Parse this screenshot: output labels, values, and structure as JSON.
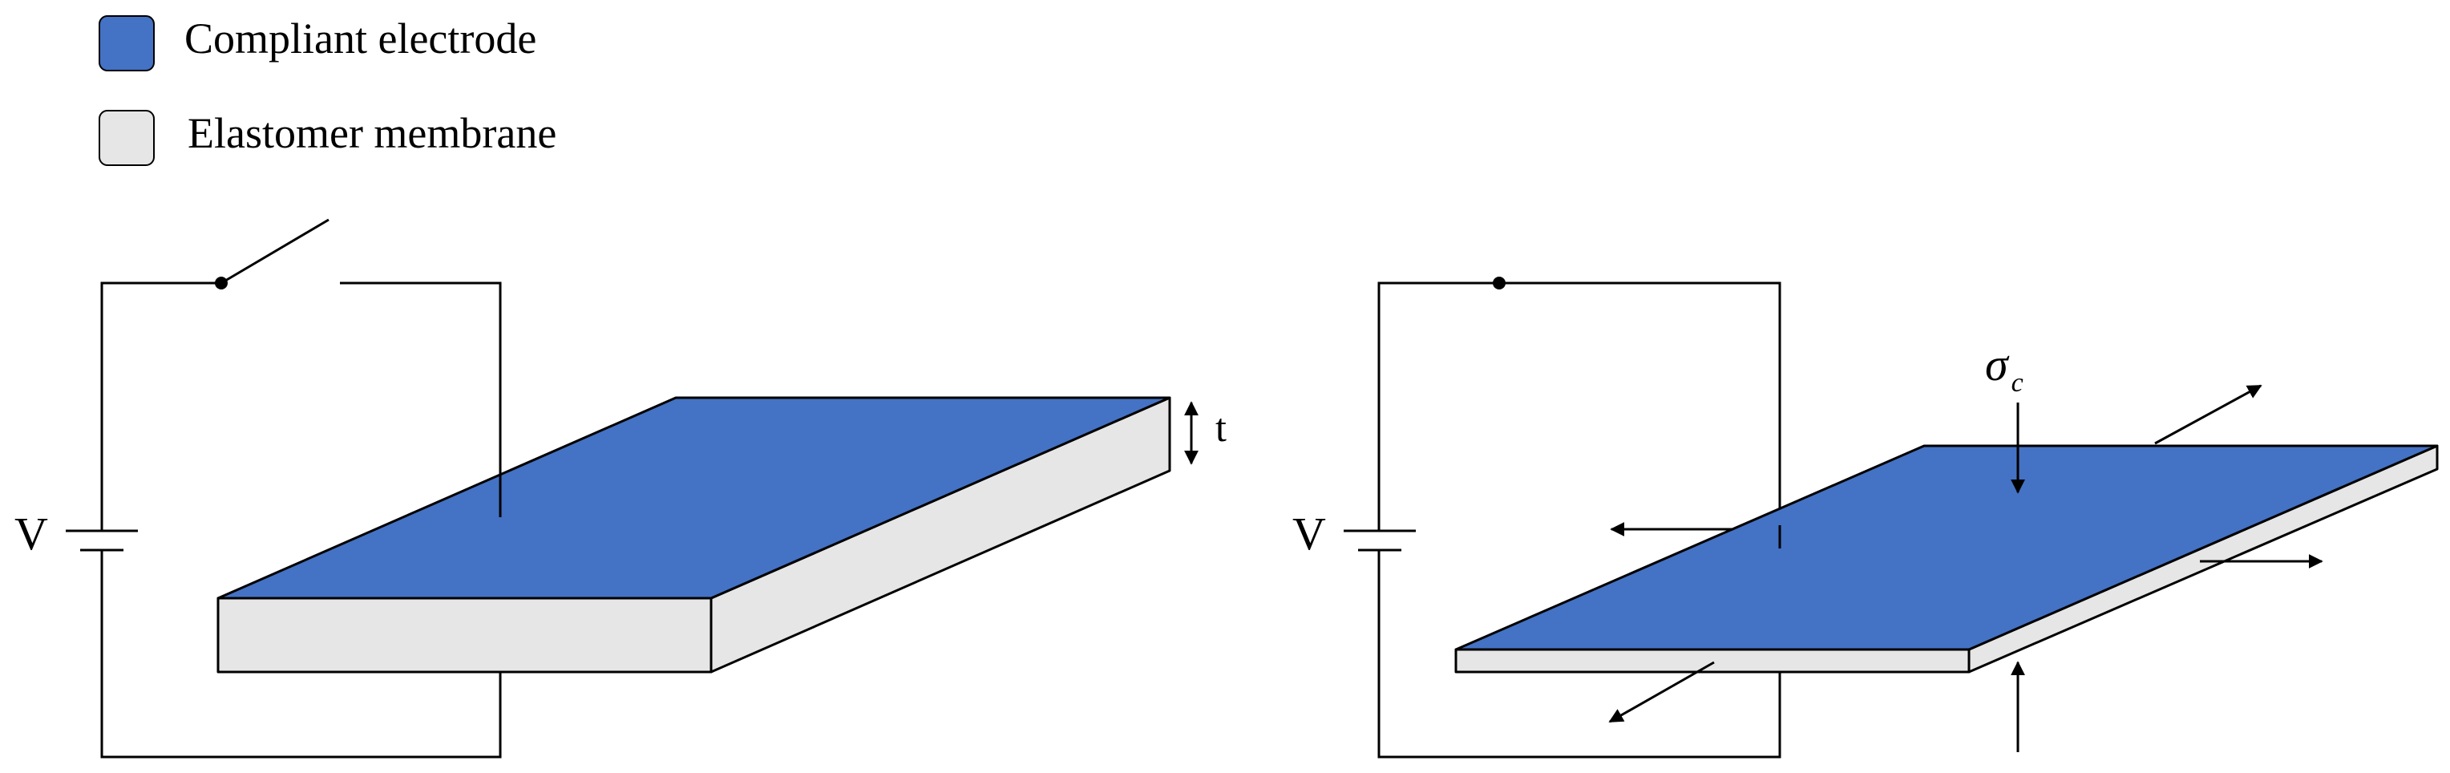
{
  "legend": {
    "electrode_label": "Compliant electrode",
    "membrane_label": "Elastomer membrane"
  },
  "left_diagram": {
    "voltage_label": "V",
    "thickness_label": "t"
  },
  "right_diagram": {
    "voltage_label": "V",
    "stress_symbol": "σ",
    "stress_subscript": "c"
  },
  "colors": {
    "electrode": "#4472C4",
    "membrane": "#E6E6E6",
    "line": "#000000"
  }
}
